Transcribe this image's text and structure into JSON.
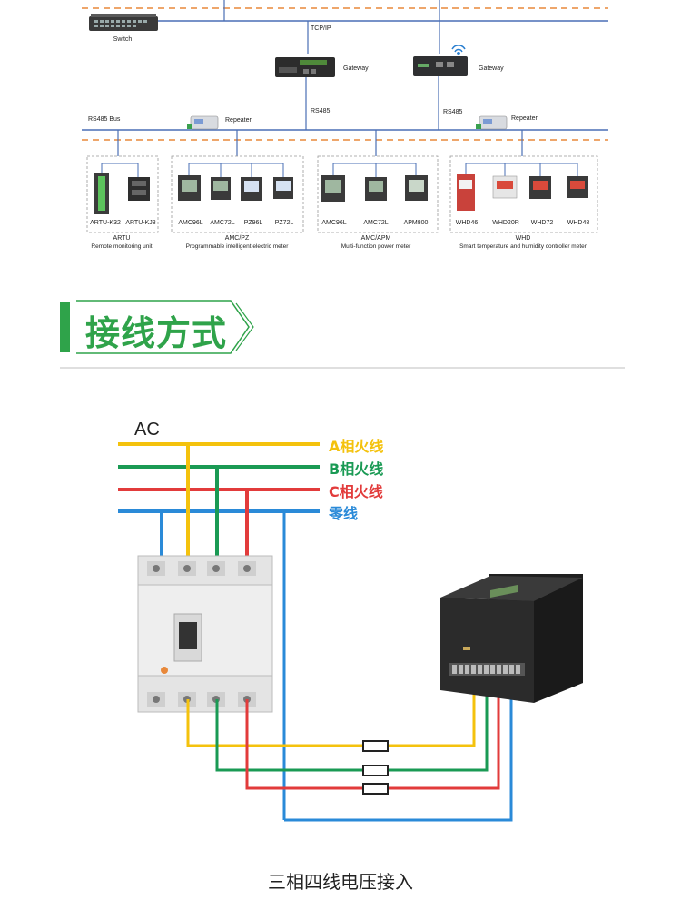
{
  "network": {
    "switch_label": "Switch",
    "tcpip_label": "TCP/IP",
    "gateway_left_label": "Gateway",
    "gateway_right_label": "Gateway",
    "rs485_bus_label": "RS485 Bus",
    "rs485_mid_label": "RS485",
    "rs485_right_label": "RS485",
    "repeater_left_label": "Repeater",
    "repeater_right_label": "Repeater",
    "groups": [
      {
        "devices": [
          "ARTU-K32",
          "ARTU-KJ8"
        ],
        "name": "ARTU",
        "desc": "Remote monitoring unit"
      },
      {
        "devices": [
          "AMC96L",
          "AMC72L",
          "PZ96L",
          "PZ72L"
        ],
        "name": "AMC/PZ",
        "desc": "Programmable intelligent electric meter"
      },
      {
        "devices": [
          "AMC96L",
          "AMC72L",
          "APM800"
        ],
        "name": "AMC/APM",
        "desc": "Multi-function power meter"
      },
      {
        "devices": [
          "WHD46",
          "WHD20R",
          "WHD72",
          "WHD48"
        ],
        "name": "WHD",
        "desc": "Smart temperature and humidity controller meter"
      }
    ]
  },
  "section": {
    "title": "接线方式"
  },
  "wiring": {
    "ac_label": "AC",
    "phases": [
      {
        "label": "A相火线",
        "color": "#f4c20d"
      },
      {
        "label": "B相火线",
        "color": "#1a9a54"
      },
      {
        "label": "C相火线",
        "color": "#e23b3b"
      },
      {
        "label": "零线",
        "color": "#2a8ad8"
      }
    ],
    "caption": "三相四线电压接入"
  },
  "colors": {
    "accent_green": "#2fa34a",
    "bus_orange": "#e8883a",
    "bus_blue": "#4a6fb5"
  }
}
